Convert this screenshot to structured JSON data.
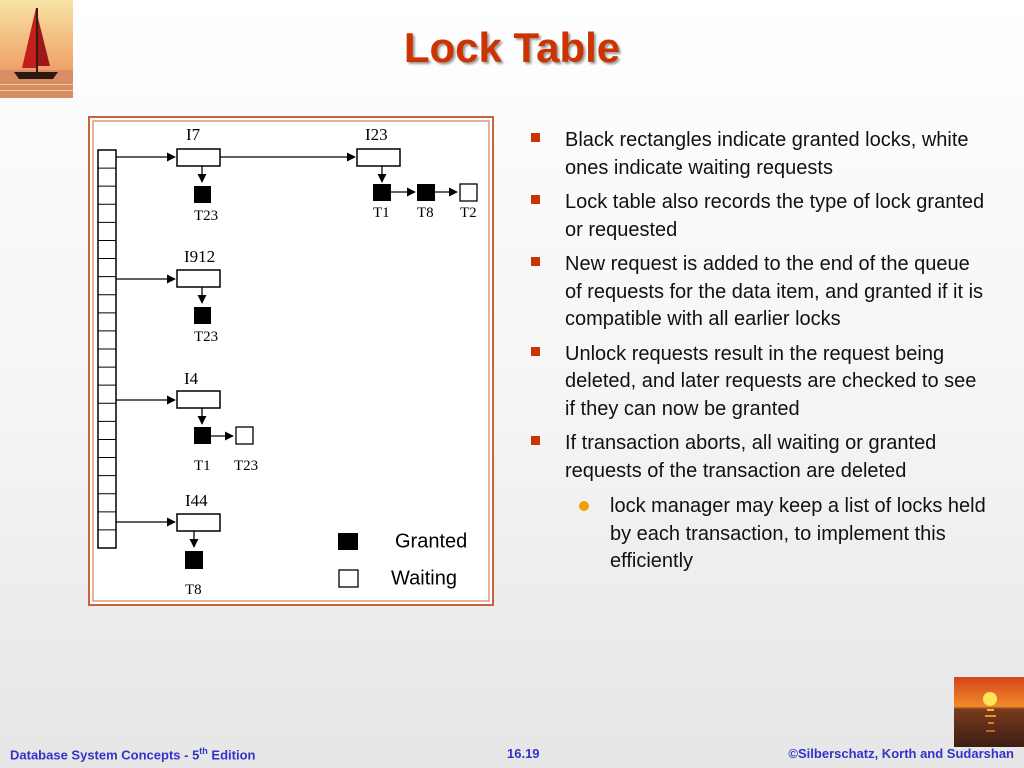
{
  "slide": {
    "title": "Lock Table"
  },
  "diagram": {
    "items": [
      {
        "name": "I7",
        "requests": [
          {
            "txn": "T23",
            "state": "granted"
          }
        ]
      },
      {
        "name": "I23",
        "requests": [
          {
            "txn": "T1",
            "state": "granted"
          },
          {
            "txn": "T8",
            "state": "granted"
          },
          {
            "txn": "T2",
            "state": "waiting"
          }
        ]
      },
      {
        "name": "I912",
        "requests": [
          {
            "txn": "T23",
            "state": "granted"
          }
        ]
      },
      {
        "name": "I4",
        "requests": [
          {
            "txn": "T1",
            "state": "granted"
          },
          {
            "txn": "T23",
            "state": "waiting"
          }
        ]
      },
      {
        "name": "I44",
        "requests": [
          {
            "txn": "T8",
            "state": "granted"
          }
        ]
      }
    ],
    "legend": {
      "granted": "Granted",
      "waiting": "Waiting"
    }
  },
  "bullets": [
    "Black rectangles indicate granted locks, white ones indicate waiting requests",
    "Lock table also records the type of lock granted or requested",
    "New request is added to the end of the queue of requests for the data item, and granted if it is compatible with all earlier locks",
    "Unlock requests result in the request being deleted, and later requests are checked to see if they can now be granted",
    "If transaction aborts, all waiting or granted requests of the transaction are deleted"
  ],
  "sub_bullets": [
    "lock manager may keep a list of locks held by each transaction, to implement this efficiently"
  ],
  "footer": {
    "left_main": "Database System Concepts - 5",
    "left_sup": "th",
    "left_tail": " Edition",
    "center": "16.19",
    "right": "©Silberschatz, Korth and Sudarshan"
  },
  "colors": {
    "title": "#cc3300",
    "bullet_marker": "#cc3300",
    "sub_bullet_marker": "#f0a000",
    "diagram_border": "#c8643c",
    "footer": "#3333cc"
  },
  "icons": {
    "top_left": "sailboat-image",
    "bottom_right": "sunset-image"
  }
}
